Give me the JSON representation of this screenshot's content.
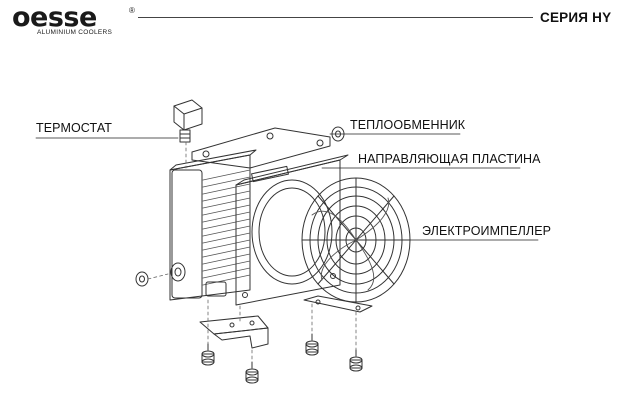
{
  "brand": {
    "name": "oesse",
    "registered": "®",
    "tagline": "ALUMINIUM COOLERS"
  },
  "series_label": "СЕРИЯ HY",
  "callouts": {
    "thermostat": "ТЕРМОСТАТ",
    "heat_exchanger": "ТЕПЛООБМЕННИК",
    "guide_plate": "НАПРАВЛЯЮЩАЯ ПЛАСТИНА",
    "impeller": "ЭЛЕКТРОИМПЕЛЛЕР"
  },
  "colors": {
    "ink": "#1a1a1a",
    "line": "#444444",
    "background": "#ffffff"
  }
}
